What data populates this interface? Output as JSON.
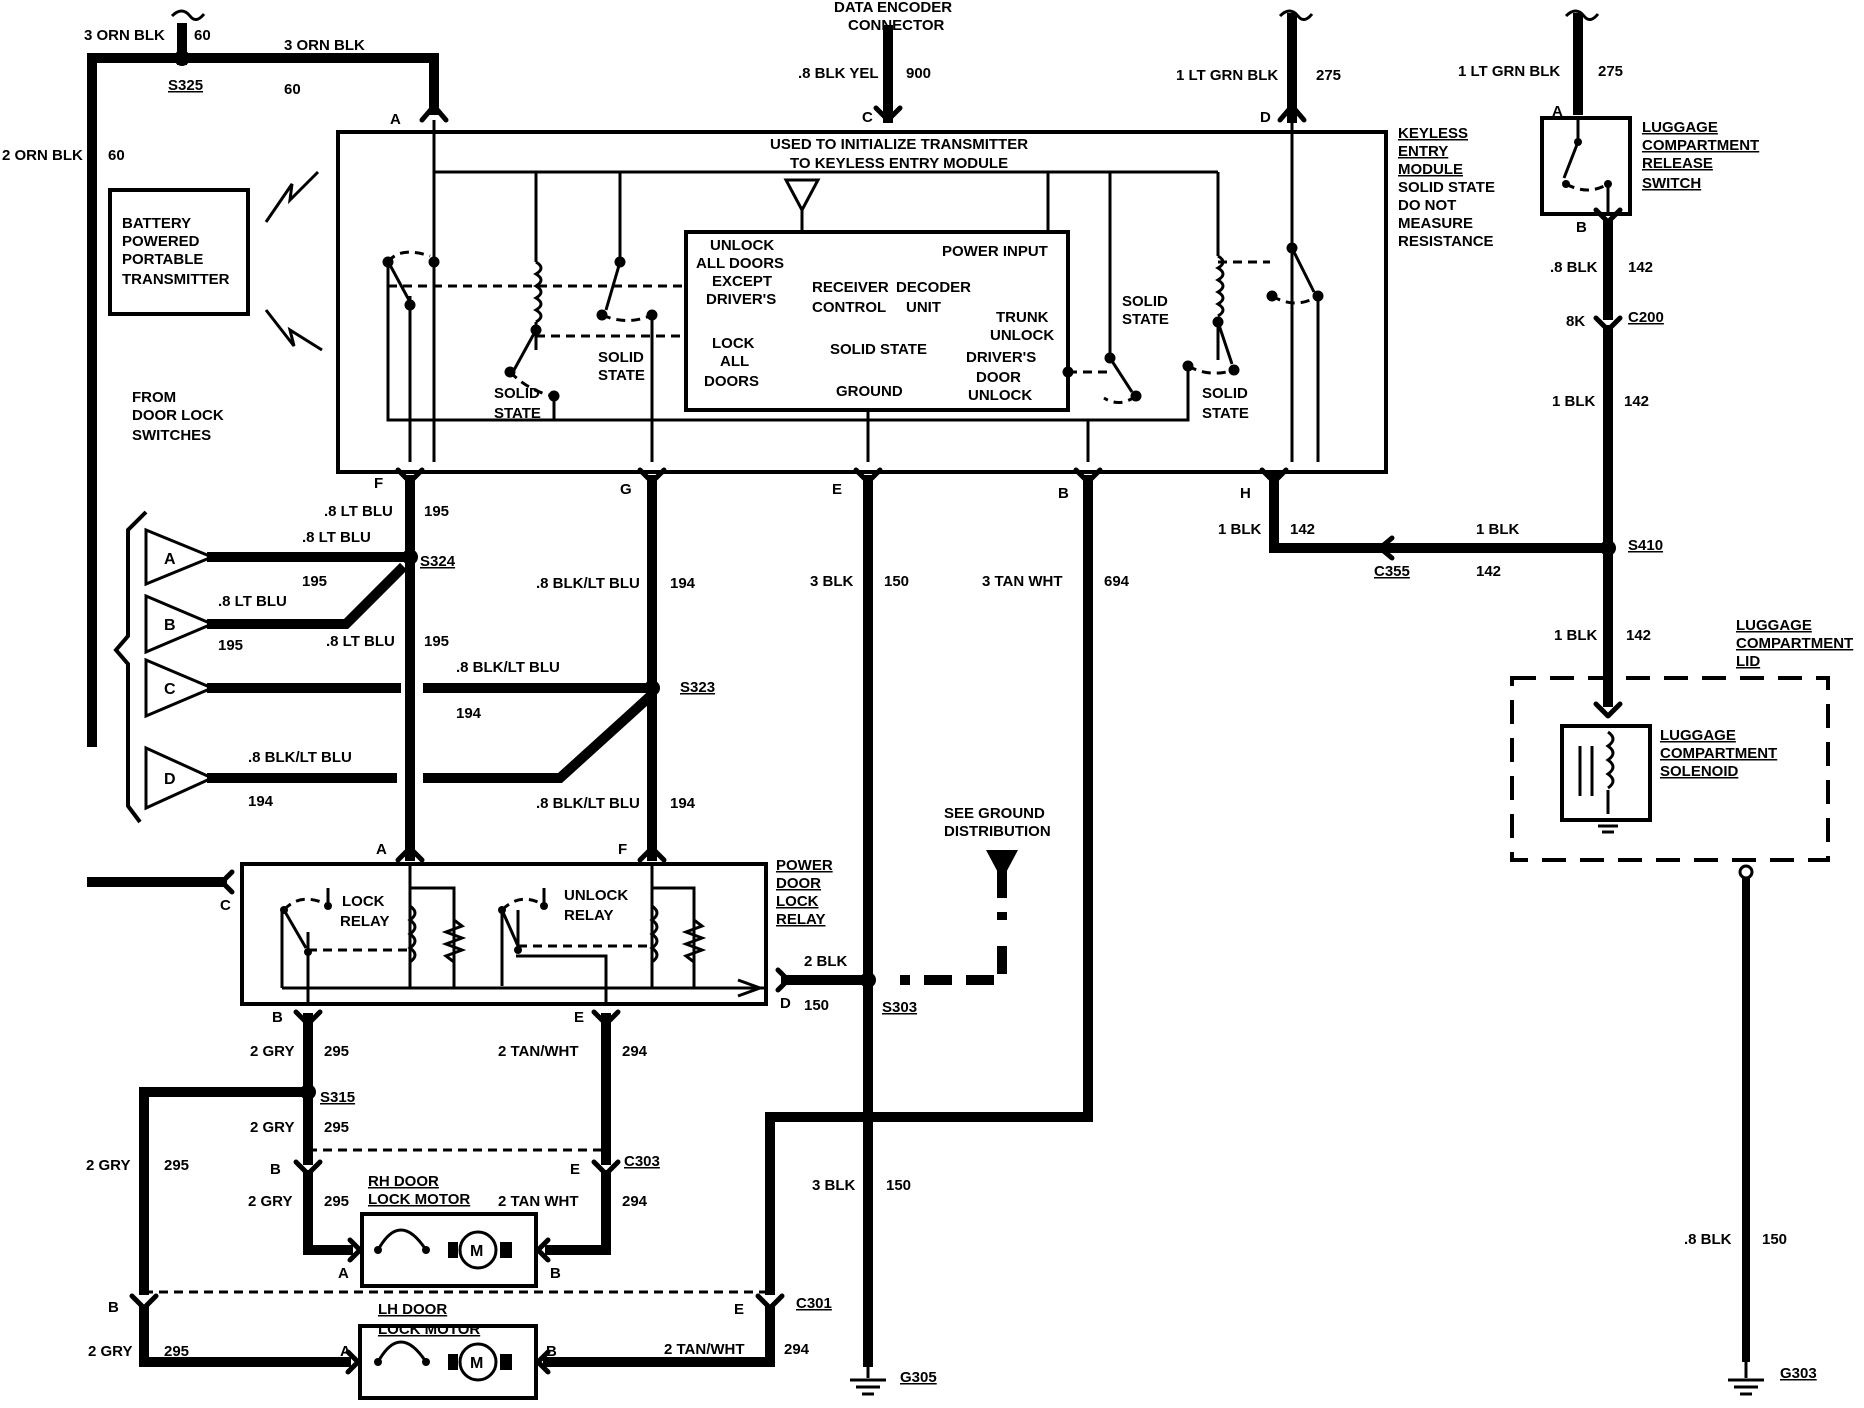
{
  "module": {
    "keyless_entry": [
      "KEYLESS",
      "ENTRY",
      "MODULE"
    ],
    "note": [
      "SOLID STATE",
      "DO NOT",
      "MEASURE",
      "RESISTANCE"
    ],
    "init_note": [
      "USED TO INITIALIZE TRANSMITTER",
      "TO KEYLESS ENTRY MODULE"
    ],
    "unlock_all": [
      "UNLOCK",
      "ALL DOORS",
      "EXCEPT",
      "DRIVER'S"
    ],
    "lock_all": [
      "LOCK",
      "ALL",
      "DOORS"
    ],
    "receiver": [
      "RECEIVER",
      "CONTROL"
    ],
    "decoder": [
      "DECODER",
      "UNIT"
    ],
    "power_input": "POWER INPUT",
    "trunk_unlock": [
      "TRUNK",
      "UNLOCK"
    ],
    "drivers_door": [
      "DRIVER'S",
      "DOOR",
      "UNLOCK"
    ],
    "solid_state": "SOLID STATE",
    "ground": "GROUND",
    "solid": "SOLID",
    "state": "STATE"
  },
  "transmitter": [
    "BATTERY",
    "POWERED",
    "PORTABLE",
    "TRANSMITTER"
  ],
  "from_switches": [
    "FROM",
    "DOOR LOCK",
    "SWITCHES"
  ],
  "data_encoder": [
    "DATA ENCODER",
    "CONNECTOR"
  ],
  "relay_box": {
    "name": [
      "POWER",
      "DOOR",
      "LOCK",
      "RELAY"
    ],
    "lock_relay": [
      "LOCK",
      "RELAY"
    ],
    "unlock_relay": [
      "UNLOCK",
      "RELAY"
    ]
  },
  "see_ground": [
    "SEE GROUND",
    "DISTRIBUTION"
  ],
  "luggage_switch": [
    "LUGGAGE",
    "COMPARTMENT",
    "RELEASE",
    "SWITCH"
  ],
  "luggage_lid": [
    "LUGGAGE",
    "COMPARTMENT",
    "LID"
  ],
  "luggage_solenoid": [
    "LUGGAGE",
    "COMPARTMENT",
    "SOLENOID"
  ],
  "rh_motor": [
    "RH DOOR",
    "LOCK MOTOR"
  ],
  "lh_motor": [
    "LH DOOR",
    "LOCK MOTOR"
  ],
  "motor_symbol": "M",
  "switch_letters": [
    "A",
    "B",
    "C",
    "D"
  ],
  "splices": {
    "s325": "S325",
    "s324": "S324",
    "s323": "S323",
    "s303": "S303",
    "s315": "S315",
    "s410": "S410",
    "c355": "C355",
    "c200": "C200",
    "c303": "C303",
    "c301": "C301",
    "g305": "G305",
    "g303": "G303"
  },
  "wires": {
    "w3orn_a": "3 ORN BLK",
    "w60_a": "60",
    "w3orn_b": "3 ORN BLK",
    "w60_b": "60",
    "w2orn": "2 ORN BLK",
    "w60_c": "60",
    "w8blkyel": ".8 BLK YEL",
    "w900": "900",
    "w1ltgrn_a": "1 LT GRN BLK",
    "w275_a": "275",
    "w1ltgrn_b": "1 LT GRN BLK",
    "w275_b": "275",
    "w8blk_142a": ".8 BLK",
    "w142_a": "142",
    "w8k": "8K",
    "w1blk_a": "1 BLK",
    "w142_b": "142",
    "w1blk_h": "1 BLK",
    "w142_h": "142",
    "w1blk_c355": "1 BLK",
    "w142_c355": "142",
    "w1blk_lid": "1 BLK",
    "w142_lid": "142",
    "w8ltblu_f": ".8 LT BLU",
    "w195_f": "195",
    "w8ltblu_a": ".8 LT BLU",
    "w195_a": "195",
    "w8ltblu_b": ".8 LT BLU",
    "w195_b": "195",
    "w8ltblu_b2": ".8 LT BLU",
    "w195_b2": "195",
    "w8blkltblu_g": ".8 BLK/LT BLU",
    "w194_g": "194",
    "w8blkltblu_c": ".8 BLK/LT BLU",
    "w194_c": "194",
    "w8blkltblu_d": ".8 BLK/LT BLU",
    "w194_d": "194",
    "w8blkltblu_f": ".8 BLK/LT BLU",
    "w194_f": "194",
    "w3blk_e": "3 BLK",
    "w150_e": "150",
    "w3tan": "3 TAN WHT",
    "w694": "694",
    "w2blk": "2 BLK",
    "w150_d": "150",
    "w2gry_a": "2 GRY",
    "w295_a": "295",
    "w2tan_a": "2 TAN/WHT",
    "w294_a": "294",
    "w2gry_b": "2 GRY",
    "w295_b": "295",
    "w2gry_c": "2 GRY",
    "w295_c": "295",
    "w2gry_d": "2 GRY",
    "w295_d": "295",
    "w2tan_b": "2 TAN WHT",
    "w294_b": "294",
    "w3blk_b": "3 BLK",
    "w150_b": "150",
    "w8blk_g303": ".8 BLK",
    "w150_g303": "150",
    "w2gry_e": "2 GRY",
    "w295_e": "295",
    "w2tan_c": "2 TAN/WHT",
    "w294_c": "294"
  },
  "pins": {
    "a": "A",
    "b": "B",
    "c": "C",
    "d": "D",
    "e": "E",
    "f": "F",
    "g": "G",
    "h": "H"
  }
}
